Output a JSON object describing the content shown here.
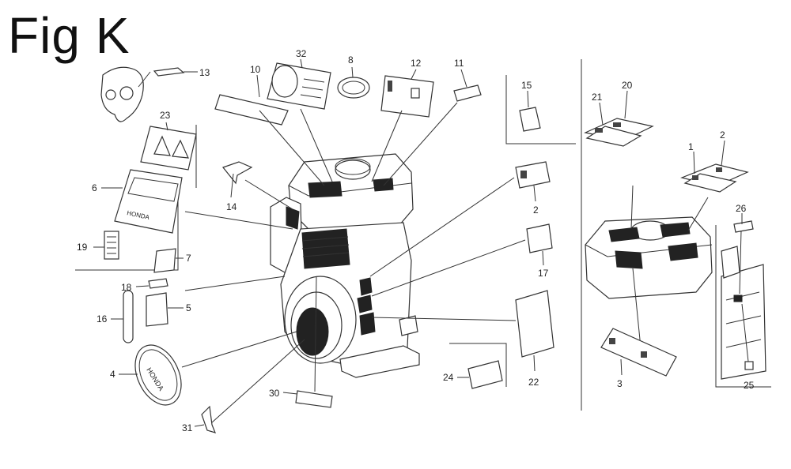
{
  "figure": {
    "title": "Fig K"
  },
  "labels": {
    "honda_plate": "HONDA",
    "honda_emblem": "HONDA"
  },
  "callouts": [
    {
      "id": "c1",
      "text": "1"
    },
    {
      "id": "c2a",
      "text": "2"
    },
    {
      "id": "c2b",
      "text": "2"
    },
    {
      "id": "c3",
      "text": "3"
    },
    {
      "id": "c4",
      "text": "4"
    },
    {
      "id": "c5",
      "text": "5"
    },
    {
      "id": "c6",
      "text": "6"
    },
    {
      "id": "c7",
      "text": "7"
    },
    {
      "id": "c8",
      "text": "8"
    },
    {
      "id": "c10",
      "text": "10"
    },
    {
      "id": "c11",
      "text": "11"
    },
    {
      "id": "c12",
      "text": "12"
    },
    {
      "id": "c13",
      "text": "13"
    },
    {
      "id": "c14",
      "text": "14"
    },
    {
      "id": "c15",
      "text": "15"
    },
    {
      "id": "c16",
      "text": "16"
    },
    {
      "id": "c17",
      "text": "17"
    },
    {
      "id": "c18",
      "text": "18"
    },
    {
      "id": "c19",
      "text": "19"
    },
    {
      "id": "c20",
      "text": "20"
    },
    {
      "id": "c21",
      "text": "21"
    },
    {
      "id": "c22",
      "text": "22"
    },
    {
      "id": "c23",
      "text": "23"
    },
    {
      "id": "c24",
      "text": "24"
    },
    {
      "id": "c25",
      "text": "25"
    },
    {
      "id": "c26",
      "text": "26"
    },
    {
      "id": "c30",
      "text": "30"
    },
    {
      "id": "c31",
      "text": "31"
    },
    {
      "id": "c32",
      "text": "32"
    }
  ]
}
